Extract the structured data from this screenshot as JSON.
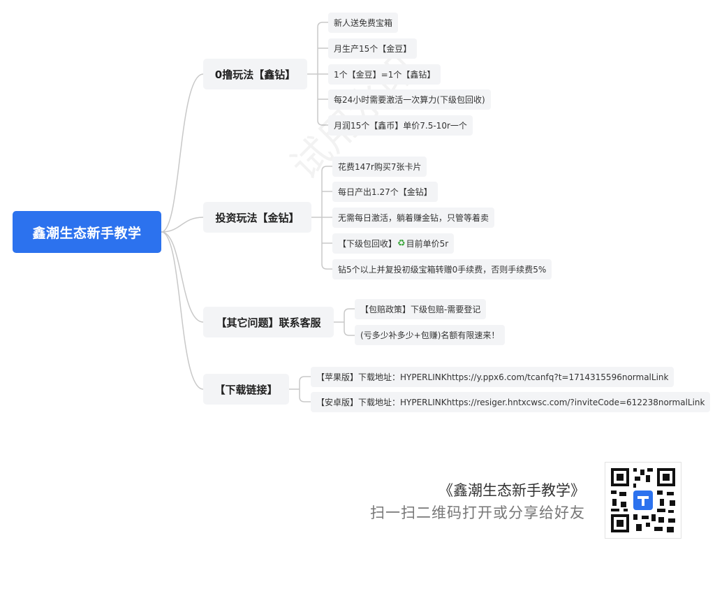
{
  "root": {
    "label": "鑫潮生态新手教学",
    "color": "#2c72ee"
  },
  "branches": [
    {
      "label": "0撸玩法【鑫钻】",
      "leaves": [
        "新人送免费宝箱",
        "月生产15个【金豆】",
        "1个【金豆】=1个【鑫钻】",
        "每24小时需要激活一次算力(下级包回收)",
        "月润15个【鑫币】单价7.5-10r一个"
      ]
    },
    {
      "label": "投资玩法【金钻】",
      "leaves": [
        "花费147r购买7张卡片",
        "每日产出1.27个【金钻】",
        "无需每日激活，躺着赚金钻，只管等着卖",
        {
          "prefix": "【下级包回收】",
          "icon": "recycle-icon",
          "suffix": "目前单价5r"
        },
        "钻5个以上并复投初级宝箱转赠0手续费，否则手续费5%"
      ]
    },
    {
      "label": "【其它问题】联系客服",
      "leaves": [
        "【包赔政策】下级包赔-需要登记",
        "(亏多少补多少+包赚)名额有限速来！"
      ]
    },
    {
      "label": "【下载链接】",
      "leaves": [
        "【苹果版】下载地址：HYPERLINKhttps://y.ppx6.com/tcanfq?t=1714315596normalLink",
        "【安卓版】下载地址：HYPERLINKhttps://resiger.hntxcwsc.com/?inviteCode=612238normalLink"
      ]
    }
  ],
  "watermark": "试用水印",
  "footer": {
    "title": "《鑫潮生态新手教学》",
    "subtitle": "扫一扫二维码打开或分享给好友",
    "qr_icon": "qr-code-icon"
  }
}
